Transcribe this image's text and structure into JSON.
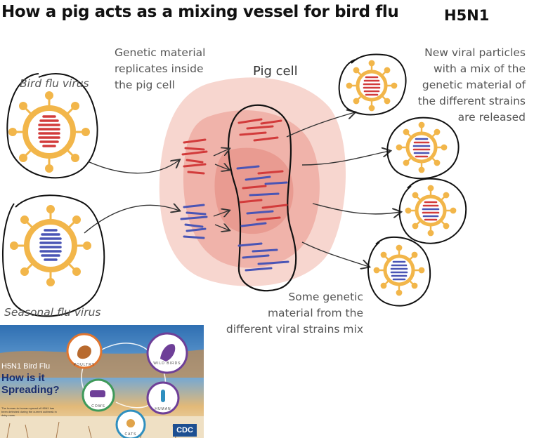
{
  "title": "How a pig acts as a mixing vessel for bird flu",
  "tag": "H5N1",
  "labels": {
    "genetic_replicates": [
      "Genetic material",
      "replicates inside",
      "the pig cell"
    ],
    "pig_cell": "Pig cell",
    "new_particles": [
      "New viral particles",
      "with a mix of the",
      "genetic material of",
      "the different strains",
      "are released"
    ],
    "bird_flu_virus": "Bird flu virus",
    "seasonal_flu_virus": "Seasonal flu virus",
    "some_mix": [
      "Some genetic",
      "material from the",
      "different viral strains mix"
    ]
  },
  "inset": {
    "subtitle": "H5N1 Bird Flu",
    "headline": "How is it Spreading?",
    "note": "The human-to-human spread of H5N1 has been detected during the current outbreak in dairy cows.",
    "nodes": {
      "poultry": "POULTRY",
      "wild_birds": "WILD BIRDS",
      "cows": "COWS",
      "human": "HUMAN",
      "cats": "CATS"
    },
    "logo": "CDC"
  },
  "colors": {
    "bird_rna": "#d23b3b",
    "seasonal_rna": "#4a55b5",
    "capsid": "#f2b64a",
    "cell_outer": "#f6cfc8",
    "cell_inner": "#eea59b"
  }
}
